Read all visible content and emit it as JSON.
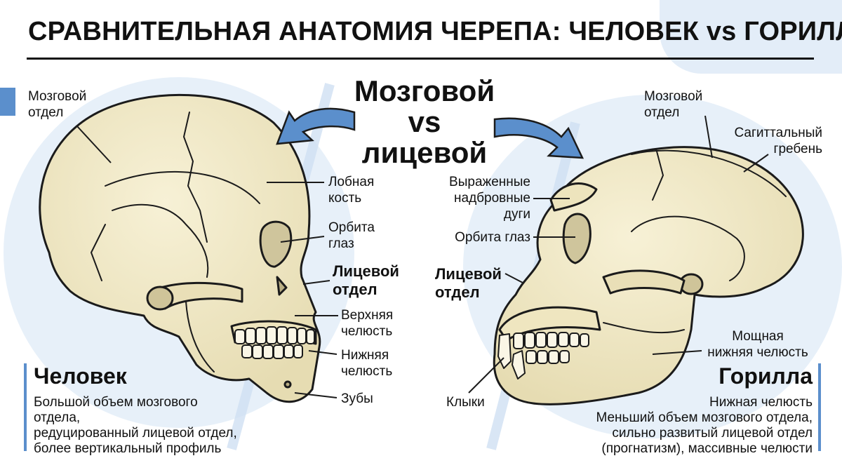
{
  "title": "СРАВНИТЕЛЬНАЯ АНАТОМИЯ ЧЕРЕПА: ЧЕЛОВЕК vs ГОРИЛЛА",
  "center_heading": [
    "Мозговой",
    "vs",
    "лицевой"
  ],
  "human": {
    "labels": {
      "cranial": [
        "Мозговой",
        "отдел"
      ],
      "frontal_bone": [
        "Лобная",
        "кость"
      ],
      "eye_orbit": [
        "Орбита",
        "глаз"
      ],
      "facial": [
        "Лицевой",
        "отдел"
      ],
      "upper_jaw": [
        "Верхняя",
        "челюсть"
      ],
      "lower_jaw": [
        "Нижняя",
        "челюсть"
      ],
      "teeth": "Зубы"
    },
    "panel_title": "Человек",
    "panel_description": [
      "Большой объем мозгового",
      "отдела,",
      "редуцированный лицевой отдел,",
      "более вертикальный профиль"
    ]
  },
  "gorilla": {
    "labels": {
      "cranial": [
        "Мозговой",
        "отдел"
      ],
      "sagittal_crest": [
        "Сагиттальный",
        "гребень"
      ],
      "brow_ridges": [
        "Выраженные",
        "надбровные",
        "дуги"
      ],
      "eye_orbit": "Орбита глаз",
      "facial": [
        "Лицевой",
        "отдел"
      ],
      "powerful_jaw": [
        "Мощная",
        "нижняя челюсть"
      ],
      "canines": "Клыки"
    },
    "panel_title": "Горилла",
    "panel_description": [
      "Нижная челюсть",
      "Меньший объем мозгового отдела,",
      "сильно развитый лицевой отдел",
      "(прогнатизм), массивные челюсти"
    ]
  },
  "colors": {
    "bone": "#f3ecc9",
    "bone_shadow": "#ddd2a6",
    "outline": "#1b1b1b",
    "accent_blue": "#5b8fcc",
    "halo_blue": "#dde9f6",
    "title_bg": "#e3edf8"
  }
}
